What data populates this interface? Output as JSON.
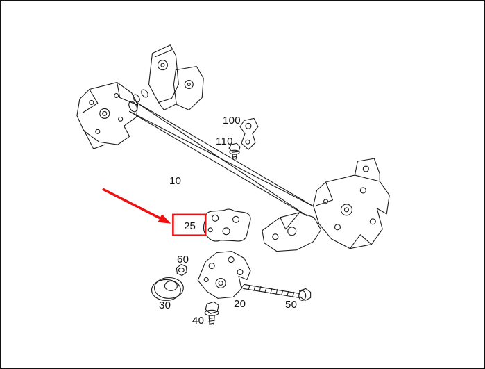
{
  "diagram": {
    "highlight_color": "#ee1111",
    "ink_color": "#1a1a1a",
    "labels": {
      "part_10": "10",
      "part_20": "20",
      "part_25": "25",
      "part_30": "30",
      "part_40": "40",
      "part_50": "50",
      "part_60": "60",
      "part_100": "100",
      "part_110": "110"
    }
  }
}
